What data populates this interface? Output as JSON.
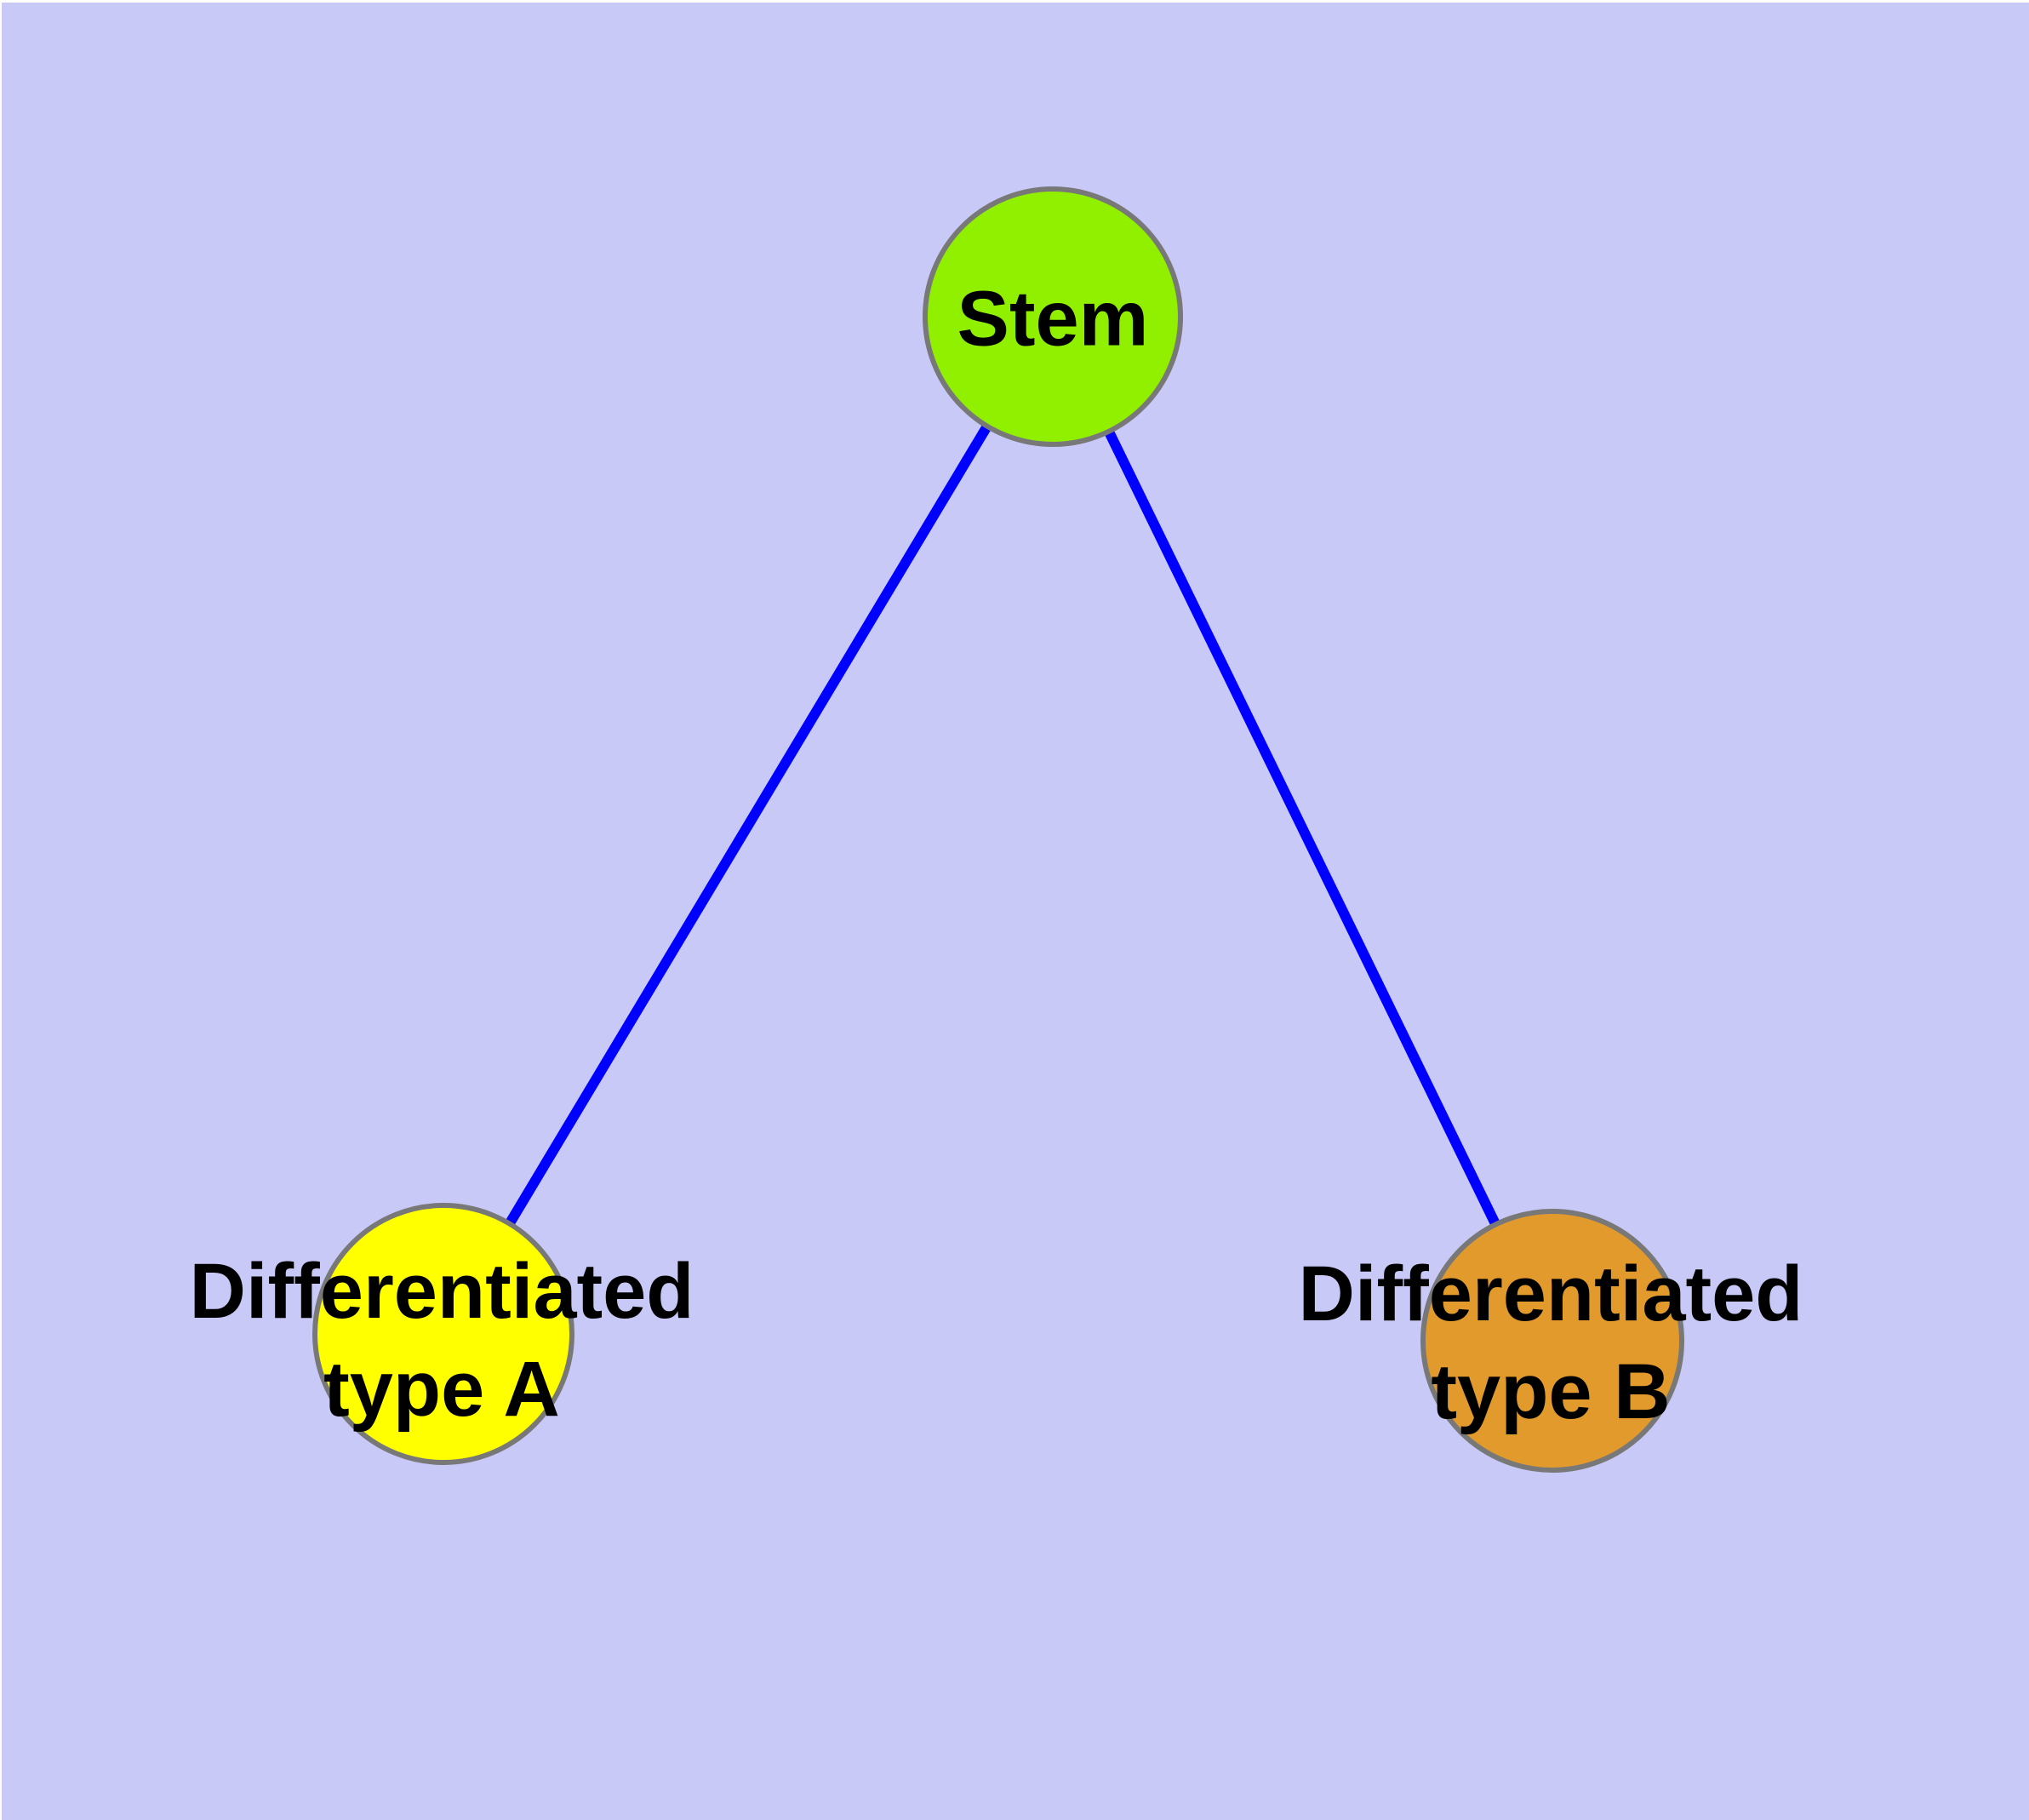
{
  "figure": {
    "type": "node-link-diagram",
    "description": "Stem cell differentiation graph: one stem node connected to two differentiated cell-type nodes",
    "colors": {
      "background": "#C9C9F8",
      "window_margin": "#FFFFFF",
      "edge": "#0000FF",
      "node_border": "#787878",
      "label": "#000000"
    },
    "nodes": {
      "stem": {
        "label": "Stem",
        "fill": "#90F000"
      },
      "typeA": {
        "label_line1": "Differentiated",
        "label_line2": "type A",
        "fill": "#FFFF00"
      },
      "typeB": {
        "label_line1": "Differentiated",
        "label_line2": "type B",
        "fill": "#E29A2D"
      }
    },
    "edges": [
      {
        "from": "Stem",
        "to": "Differentiated type A"
      },
      {
        "from": "Stem",
        "to": "Differentiated type B"
      }
    ]
  }
}
